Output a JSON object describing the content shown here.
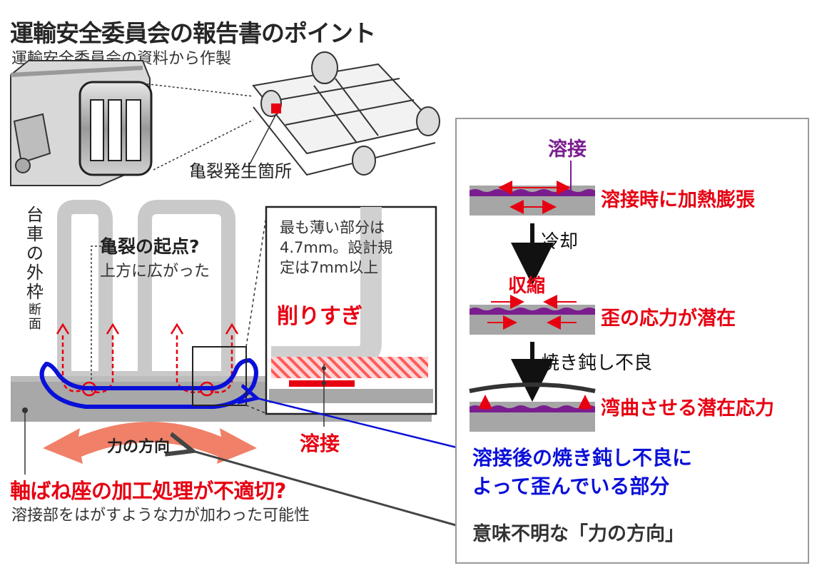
{
  "header": {
    "title": "運輸安全委員会の報告書のポイント",
    "subtitle": "運輸安全委員会の資料から作製"
  },
  "illustration": {
    "crack_location": "亀裂発生箇所"
  },
  "section_diagram": {
    "frame_label": [
      "台",
      "車",
      "の",
      "外",
      "枠"
    ],
    "frame_note": [
      "断",
      "面"
    ],
    "crack_origin_title": "亀裂の起点?",
    "crack_origin_sub": "上方に広がった",
    "force_direction": "力の方向",
    "main_conclusion": "軸ばね座の加工処理が不適切?",
    "conclusion_sub": "溶接部をはがすような力が加わった可能性"
  },
  "zoom_box": {
    "note_lines": [
      "最も薄い部分は",
      "4.7mm。設計規",
      "定は7mm以上"
    ],
    "overcut": "削りすぎ",
    "weld": "溶接"
  },
  "annotations": {
    "blue_line1": "溶接後の焼き鈍し不良に",
    "blue_line2": "よって歪んでいる部分",
    "gray_note": "意味不明な「力の方向」"
  },
  "process_panel": {
    "weld_label": "溶接",
    "step1": "溶接時に加熱膨張",
    "cooling": "冷却",
    "shrink": "収縮",
    "step2": "歪の応力が潜在",
    "annealing_bad": "焼き鈍し不良",
    "step3": "湾曲させる潜在応力"
  },
  "colors": {
    "red": "#e60012",
    "blue": "#0a10d8",
    "purple": "#7a1d8f",
    "gray": "#b3b3b3",
    "dark": "#222222",
    "salmon": "#f08068"
  }
}
